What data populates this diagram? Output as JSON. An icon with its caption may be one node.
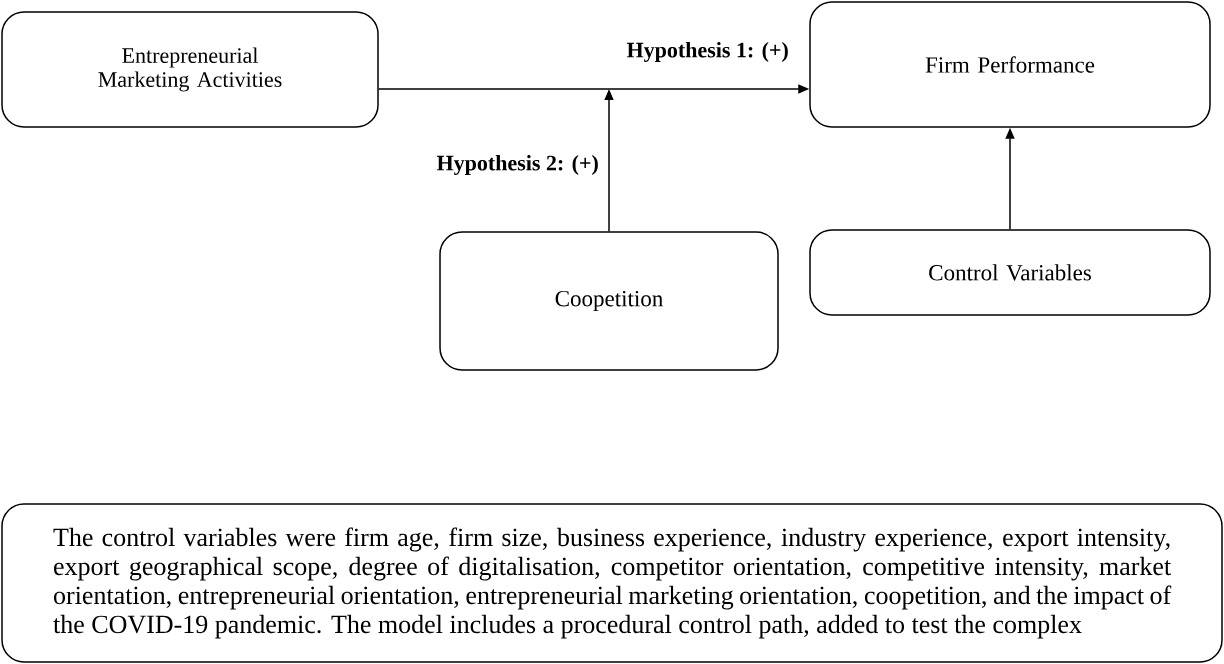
{
  "diagram": {
    "nodes": [
      {
        "text": [
          "Entrepreneurial Marketing Activities"
        ]
      },
      {
        "text": [
          "Firm Performance"
        ]
      },
      {
        "text": [
          "Coopetition"
        ]
      },
      {
        "text": [
          "Control Variables"
        ]
      },
      {
        "text": [
          "The control variables were firm age, firm size, business experience, industry experience, export intensity, export geographical scope, degree of digitalisation, competitor orientation, competitive intensity, market orientation, entrepreneurial orientation, entrepreneurial marketing orientation, coopetition, and the impact of the COVID-19 pandemic. The model includes a procedural control path, added to test the complex"
        ]
      }
    ],
    "edges": [
      {
        "from": 0,
        "to": 1,
        "arrow": "to",
        "label": "Hypothesis 1: (+)"
      },
      {
        "from": 2,
        "to": null,
        "arrow": "to",
        "label": "Hypothesis 2: (+)"
      },
      {
        "from": 3,
        "to": 1,
        "arrow": "to"
      }
    ]
  }
}
